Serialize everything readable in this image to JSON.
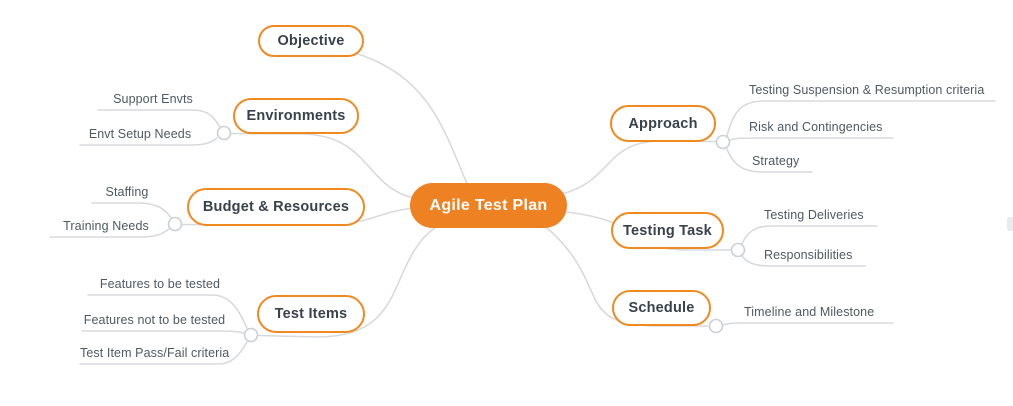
{
  "colors": {
    "accent": "#EE8222",
    "node_border": "#F0891F",
    "connector": "#D7DADD",
    "node_text": "#39424C",
    "leaf_text": "#505962"
  },
  "center": {
    "label": "Agile Test Plan"
  },
  "branches": [
    {
      "id": "objective",
      "label": "Objective",
      "leaves": []
    },
    {
      "id": "environments",
      "label": "Environments",
      "leaves": [
        "Support Envts",
        "Envt Setup Needs"
      ]
    },
    {
      "id": "budget-resources",
      "label": "Budget & Resources",
      "leaves": [
        "Staffing",
        "Training Needs"
      ]
    },
    {
      "id": "test-items",
      "label": "Test Items",
      "leaves": [
        "Features to be tested",
        "Features not to be tested",
        "Test Item Pass/Fail criteria"
      ]
    },
    {
      "id": "approach",
      "label": "Approach",
      "leaves": [
        "Testing Suspension & Resumption criteria",
        "Risk and Contingencies",
        "Strategy"
      ]
    },
    {
      "id": "testing-task",
      "label": "Testing Task",
      "leaves": [
        "Testing Deliveries",
        "Responsibilities"
      ]
    },
    {
      "id": "schedule",
      "label": "Schedule",
      "leaves": [
        "Timeline and Milestone"
      ]
    }
  ]
}
